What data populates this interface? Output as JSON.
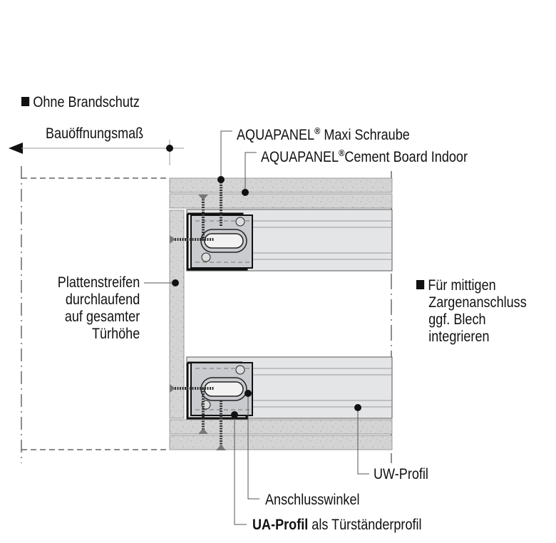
{
  "title": "Ohne Brandschutz",
  "dimension_label": "Bauöffnungsmaß",
  "labels": {
    "screw": {
      "brand": "AQUAPANEL",
      "mark": "®",
      "rest": " Maxi Schraube"
    },
    "board": {
      "brand": "AQUAPANEL",
      "mark": "®",
      "rest": "Cement Board Indoor"
    },
    "strip": [
      "Plattenstreifen",
      "durchlaufend",
      "auf gesamter",
      "Türhöhe"
    ],
    "note": [
      "Für mittigen",
      "Zargenanschluss",
      "ggf. Blech",
      "integrieren"
    ],
    "uw": "UW-Profil",
    "angle": "Anschlusswinkel",
    "ua_bold": "UA-Profil",
    "ua_rest": " als Türständerprofil"
  },
  "colors": {
    "board_fill": "#d4d4d4",
    "profile_fill": "#e4e5e7",
    "bracket_fill": "#c9cbcf",
    "line": "#111111",
    "leader": "#555555"
  }
}
